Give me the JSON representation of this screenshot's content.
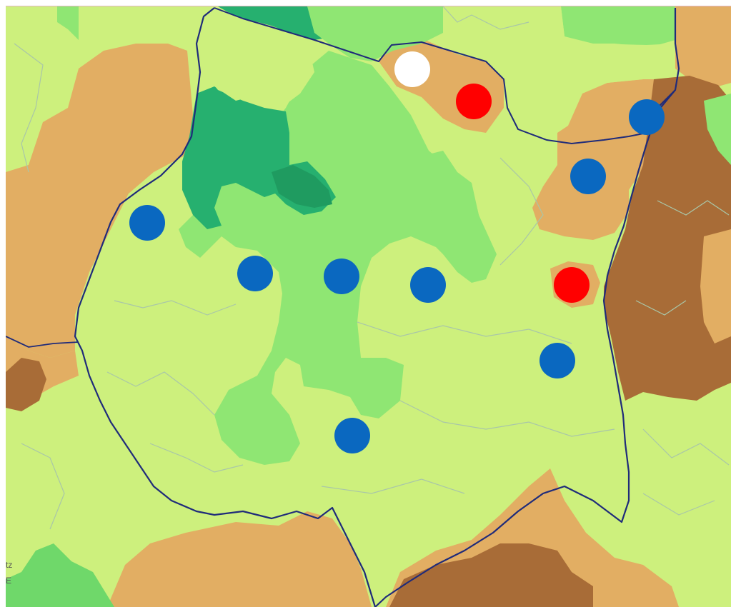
{
  "colors": {
    "light_green": "#cdf07d",
    "medium_green": "#8fe673",
    "bright_green": "#6fd86a",
    "dark_green": "#26b06f",
    "tan": "#e2ae63",
    "dark_brown": "#a86c37",
    "border_navy": "#1f2b7a",
    "inner_line": "#a9c6a8",
    "marker_blue": "#0a68c0",
    "marker_red": "#ff0000",
    "marker_white": "#ffffff"
  },
  "edge_text": [
    "tz",
    "E"
  ],
  "markers": [
    {
      "color": "white"
    },
    {
      "color": "red"
    },
    {
      "color": "blue"
    },
    {
      "color": "blue"
    },
    {
      "color": "blue"
    },
    {
      "color": "blue"
    },
    {
      "color": "blue"
    },
    {
      "color": "blue"
    },
    {
      "color": "red"
    },
    {
      "color": "blue"
    },
    {
      "color": "blue"
    }
  ]
}
